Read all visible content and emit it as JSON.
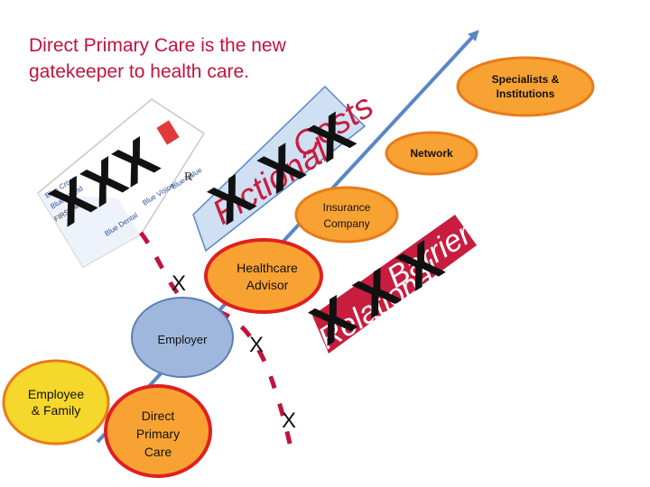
{
  "title": {
    "line1": "Direct Primary Care is the new",
    "line2": "gatekeeper to health care."
  },
  "nodes": {
    "specialists": {
      "line1": "Specialists &",
      "line2": "Institutions"
    },
    "network": {
      "label": "Network"
    },
    "insurance": {
      "line1": "Insurance",
      "line2": "Company"
    },
    "advisor": {
      "line1": "Healthcare",
      "line2": "Advisor"
    },
    "employer": {
      "label": "Employer"
    },
    "employee": {
      "line1": "Employee",
      "line2": "& Family"
    },
    "dpc": {
      "line1": "Direct",
      "line2": "Primary",
      "line3": "Care"
    }
  },
  "ribbons": {
    "top": {
      "p1": "Fictional",
      "p2": "Costs"
    },
    "bottom": {
      "p1": "Relational",
      "p2": "Barriers"
    }
  },
  "marks": {
    "cross_triple": "XXX",
    "cross_single": "X"
  },
  "card": {
    "lines": [
      "Blue Cross",
      "Blue Shield",
      "FIRST M",
      "Blue Dental",
      "Blue Vision",
      "Blue Value",
      "R"
    ]
  },
  "colors": {
    "arrow": "#5a86c6",
    "dash": "#c0143c",
    "title": "#c0143c",
    "orange": "#f7a233",
    "orange_edge": "#e87b1b",
    "advisor_red": "#e02020",
    "employer_fill": "#9fb7dc",
    "employee_fill": "#f6d72b",
    "ribbon": "#c81d3f"
  }
}
